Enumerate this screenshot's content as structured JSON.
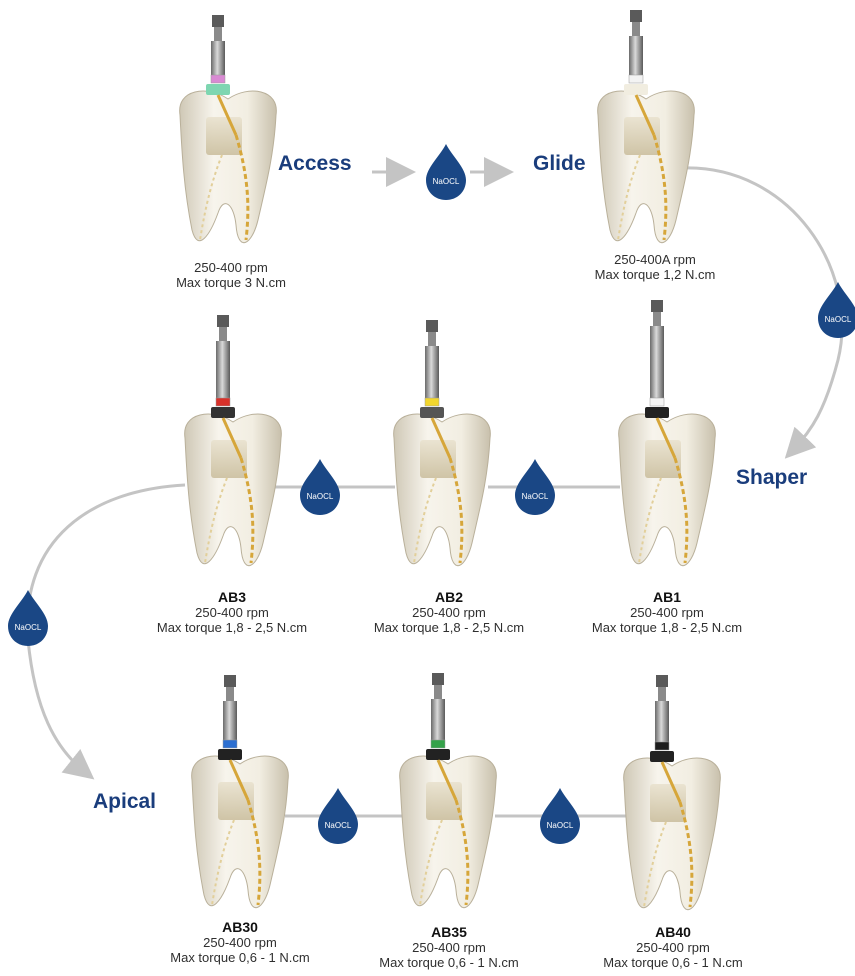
{
  "steps": {
    "access": "Access",
    "glide": "Glide",
    "shaper": "Shaper",
    "apical": "Apical"
  },
  "irrigant": "NaOCL",
  "teeth": [
    {
      "id": "access",
      "name": "",
      "line1": "250-400 rpm",
      "line2": "Max torque 3 N.cm",
      "ring": "#7ed6b1",
      "collar": "#d98ad3"
    },
    {
      "id": "glide",
      "name": "",
      "line1": "250-400A rpm",
      "line2": "Max torque 1,2 N.cm",
      "ring": "#f1ede0",
      "collar": "#f3f3f3"
    },
    {
      "id": "ab3",
      "name": "AB3",
      "line1": "250-400 rpm",
      "line2": "Max torque 1,8 - 2,5 N.cm",
      "ring": "#333333",
      "collar": "#d8312a"
    },
    {
      "id": "ab2",
      "name": "AB2",
      "line1": "250-400 rpm",
      "line2": "Max torque 1,8 - 2,5 N.cm",
      "ring": "#555555",
      "collar": "#f2d62e"
    },
    {
      "id": "ab1",
      "name": "AB1",
      "line1": "250-400 rpm",
      "line2": "Max torque 1,8 - 2,5 N.cm",
      "ring": "#222222",
      "collar": "#f5f5f5"
    },
    {
      "id": "ab30",
      "name": "AB30",
      "line1": "250-400 rpm",
      "line2": "Max torque 0,6 - 1 N.cm",
      "ring": "#222222",
      "collar": "#2c6fd1"
    },
    {
      "id": "ab35",
      "name": "AB35",
      "line1": "250-400 rpm",
      "line2": "Max torque 0,6 - 1 N.cm",
      "ring": "#222222",
      "collar": "#35a24a"
    },
    {
      "id": "ab40",
      "name": "AB40",
      "line1": "250-400 rpm",
      "line2": "Max torque 0,6 - 1 N.cm",
      "ring": "#222222",
      "collar": "#1d1d1d"
    }
  ],
  "colors": {
    "step_text": "#1a3d7c",
    "drop": "#1a4785",
    "connector": "#c4c4c4",
    "file_gold": "#d6a63a"
  }
}
